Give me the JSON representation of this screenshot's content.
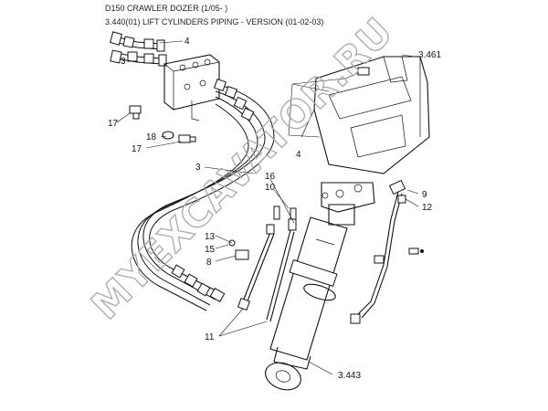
{
  "header": {
    "model": "D150 CRAWLER DOZER (1/05- )",
    "group": "3.440(01) LIFT CYLINDERS PIPING - VERSION (01-02-03)"
  },
  "callouts": {
    "c4a": "4",
    "c3a": "3",
    "c17a": "17",
    "c18": "18",
    "c17b": "17",
    "c3b": "3",
    "c16": "16",
    "c10": "10",
    "c4b": "4",
    "c3461": "3.461",
    "c9": "9",
    "c12": "12",
    "c13": "13",
    "c15": "15",
    "c8": "8",
    "c11": "11",
    "c3443": "3.443"
  },
  "watermark": "MYEXCAVATOR.RU"
}
